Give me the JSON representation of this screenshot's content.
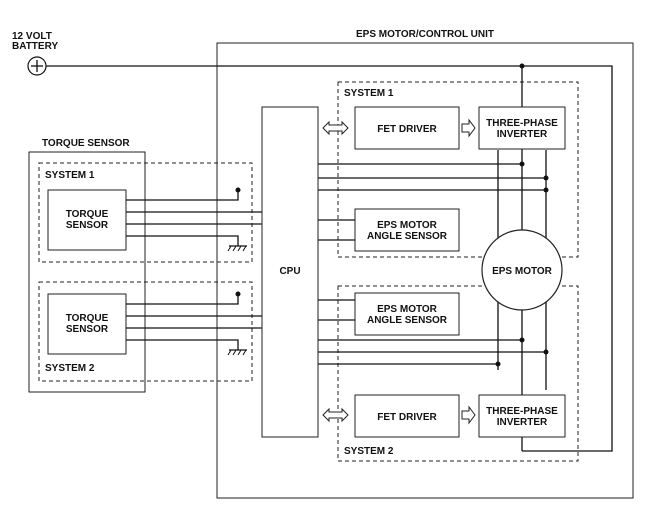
{
  "battery": {
    "line1": "12 VOLT",
    "line2": "BATTERY",
    "symbol": "+"
  },
  "control_unit": {
    "title": "EPS MOTOR/CONTROL UNIT"
  },
  "torque_sensor": {
    "title": "TORQUE SENSOR",
    "system1": {
      "label": "SYSTEM 1",
      "sensor_line1": "TORQUE",
      "sensor_line2": "SENSOR"
    },
    "system2": {
      "label": "SYSTEM 2",
      "sensor_line1": "TORQUE",
      "sensor_line2": "SENSOR"
    }
  },
  "cpu": {
    "label": "CPU"
  },
  "system1": {
    "label": "SYSTEM 1",
    "fet_driver": "FET DRIVER",
    "inverter_line1": "THREE-PHASE",
    "inverter_line2": "INVERTER",
    "angle_line1": "EPS MOTOR",
    "angle_line2": "ANGLE SENSOR"
  },
  "system2": {
    "label": "SYSTEM 2",
    "fet_driver": "FET DRIVER",
    "inverter_line1": "THREE-PHASE",
    "inverter_line2": "INVERTER",
    "angle_line1": "EPS MOTOR",
    "angle_line2": "ANGLE SENSOR"
  },
  "motor": {
    "label": "EPS MOTOR"
  }
}
